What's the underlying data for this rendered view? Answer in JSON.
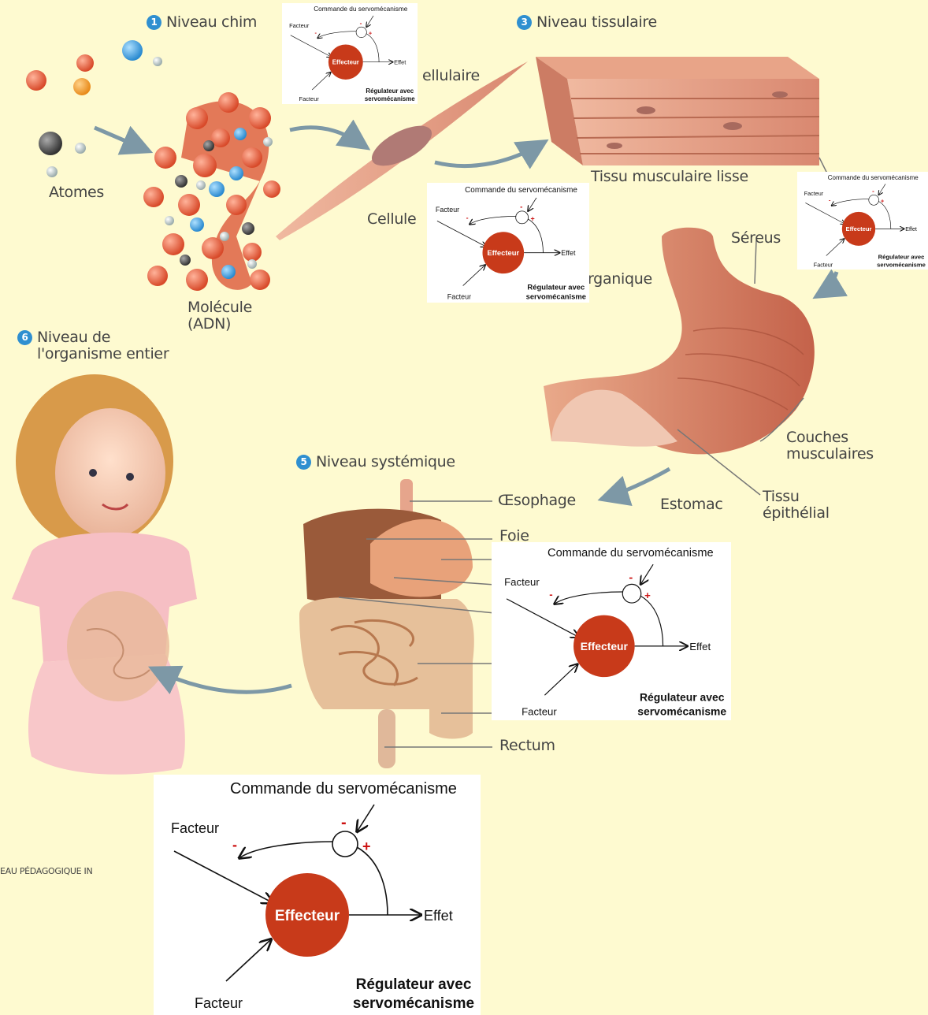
{
  "levels": {
    "chemical": {
      "number": "1",
      "label": "Niveau chim"
    },
    "cellular": {
      "label": "ellulaire"
    },
    "tissue": {
      "number": "3",
      "label": "Niveau tissulaire"
    },
    "organ": {
      "label": "rganique"
    },
    "system": {
      "number": "5",
      "label": "Niveau systémique"
    },
    "organism": {
      "number": "6",
      "label_line1": "Niveau de",
      "label_line2": "l'organisme entier"
    }
  },
  "labels": {
    "atoms": "Atomes",
    "molecule_line1": "Molécule",
    "molecule_line2": "(ADN)",
    "cell": "Cellule",
    "smooth_muscle": "Tissu musculaire lisse",
    "serous": "Séreus",
    "muscle_layers_line1": "Couches",
    "muscle_layers_line2": "musculaires",
    "esophagus": "Œsophage",
    "stomach": "Estomac",
    "epithelial_line1": "Tissu",
    "epithelial_line2": "épithélial",
    "liver": "Foie",
    "rectum": "Rectum",
    "credit": "EAU PÉDAGOGIQUE IN"
  },
  "regulator": {
    "command": "Commande du servomécanisme",
    "factor": "Facteur",
    "effector": "Effecteur",
    "effect": "Effet",
    "minus": "-",
    "plus": "+",
    "title_line1": "Régulateur avec",
    "title_line2": "servomécanisme"
  },
  "colors": {
    "background": "#fefad0",
    "effector": "#c83a1a",
    "badge": "#2f8fd0",
    "muscle": "#d98870",
    "arrow": "#7d98a6",
    "minus_plus": "#cc1111"
  }
}
